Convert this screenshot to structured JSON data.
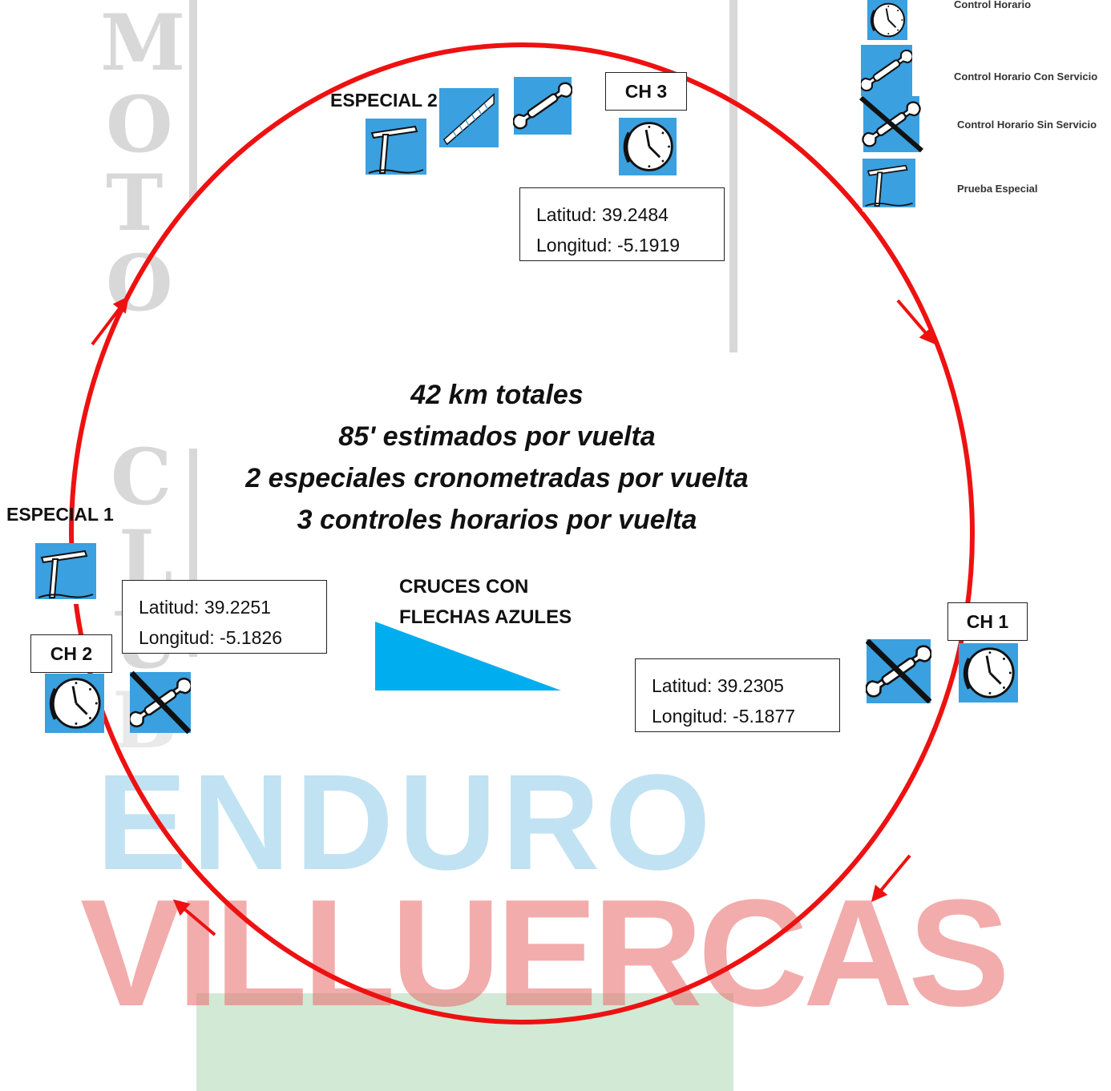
{
  "summary": {
    "lines": [
      "42 km totales",
      "85' estimados por vuelta",
      "2 especiales cronometradas por vuelta",
      "3 controles horarios por vuelta"
    ]
  },
  "points": {
    "ch1": {
      "label": "CH 1",
      "coords": {
        "lat": "Latitud: 39.2305",
        "lon": "Longitud: -5.1877"
      }
    },
    "ch2": {
      "label": "CH 2",
      "coords": {
        "lat": "Latitud: 39.2251",
        "lon": "Longitud: -5.1826"
      }
    },
    "ch3": {
      "label": "CH 3",
      "coords": {
        "lat": "Latitud: 39.2484",
        "lon": "Longitud: -5.1919"
      }
    },
    "especial1": {
      "label": "ESPECIAL 1"
    },
    "especial2": {
      "label": "ESPECIAL 2"
    }
  },
  "cruces": {
    "line1": "CRUCES CON",
    "line2": "FLECHAS AZULES"
  },
  "legend": {
    "items": [
      {
        "icon": "clock-icon",
        "label": "Control Horario"
      },
      {
        "icon": "wrench-icon",
        "label": "Control Horario Con Servicio"
      },
      {
        "icon": "crossed-wrench-icon",
        "label": "Control Horario Sin Servicio"
      },
      {
        "icon": "flag-pole-icon",
        "label": "Prueba Especial"
      }
    ]
  },
  "background": {
    "letters": [
      "M",
      "O",
      "T",
      "O",
      "C",
      "L",
      "U",
      "B"
    ],
    "logo_word_1": "ENDURO",
    "logo_word_2": "VILLUERCAS"
  },
  "colors": {
    "route": "#ee1111",
    "icon_blue": "#3aa0df",
    "cruces_arrow": "#00aeef"
  }
}
